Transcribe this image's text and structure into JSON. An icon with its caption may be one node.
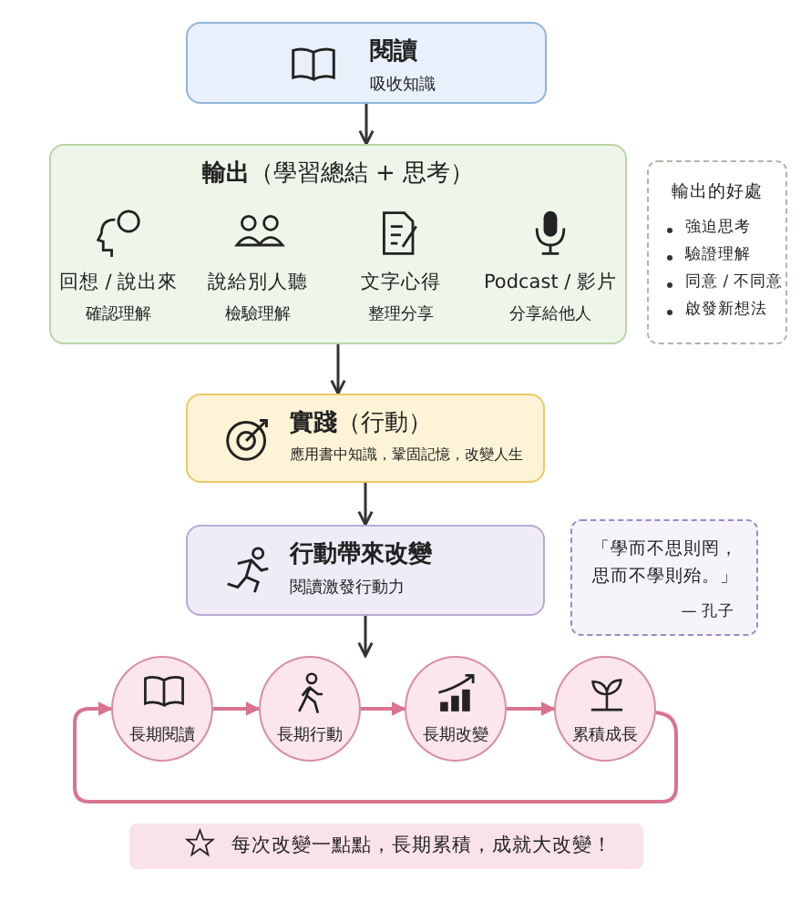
{
  "diagram": {
    "nodes": [
      {
        "text": [
          "閱讀",
          "吸收知識"
        ]
      },
      {
        "text": [
          "**輸出**（學習總結 + 思考）"
        ]
      },
      {
        "text": [
          "回想 / 說出來",
          "確認理解"
        ],
        "in": 1
      },
      {
        "text": [
          "說給別人聽",
          "檢驗理解"
        ],
        "in": 1
      },
      {
        "text": [
          "文字心得",
          "整理分享"
        ],
        "in": 1
      },
      {
        "text": [
          "Podcast / 影片",
          "分享給他人"
        ],
        "in": 1
      },
      {
        "text": [
          "輸出的好處",
          "強迫思考",
          "驗證理解",
          "同意 / 不同意",
          "啟發新想法"
        ]
      },
      {
        "text": [
          "**實踐**（行動）",
          "應用書中知識，鞏固記憶，改變人生"
        ]
      },
      {
        "text": [
          "行動帶來改變",
          "閱讀激發行動力"
        ]
      },
      {
        "text": [
          "「學而不思則罔，思而不學則殆。」",
          "— 孔子"
        ]
      },
      {
        "text": [
          "長期閱讀"
        ]
      },
      {
        "text": [
          "長期行動"
        ]
      },
      {
        "text": [
          "長期改變"
        ]
      },
      {
        "text": [
          "累積成長"
        ]
      },
      {
        "text": [
          "每次改變一點點，長期累積，成就大改變！"
        ]
      }
    ],
    "edges": [
      {
        "from": 0,
        "to": 1,
        "arrow": "to"
      },
      {
        "from": 1,
        "to": 7,
        "arrow": "to"
      },
      {
        "from": 7,
        "to": 8,
        "arrow": "to"
      },
      {
        "from": 8,
        "to": 11,
        "arrow": "to"
      },
      {
        "from": 10,
        "to": 11,
        "arrow": "to",
        "color": "#d9738f"
      },
      {
        "from": 11,
        "to": 12,
        "arrow": "to",
        "color": "#d9738f"
      },
      {
        "from": 12,
        "to": 13,
        "arrow": "to",
        "color": "#d9738f"
      },
      {
        "from": 13,
        "to": 10,
        "arrow": "to",
        "color": "#d9738f"
      }
    ]
  }
}
